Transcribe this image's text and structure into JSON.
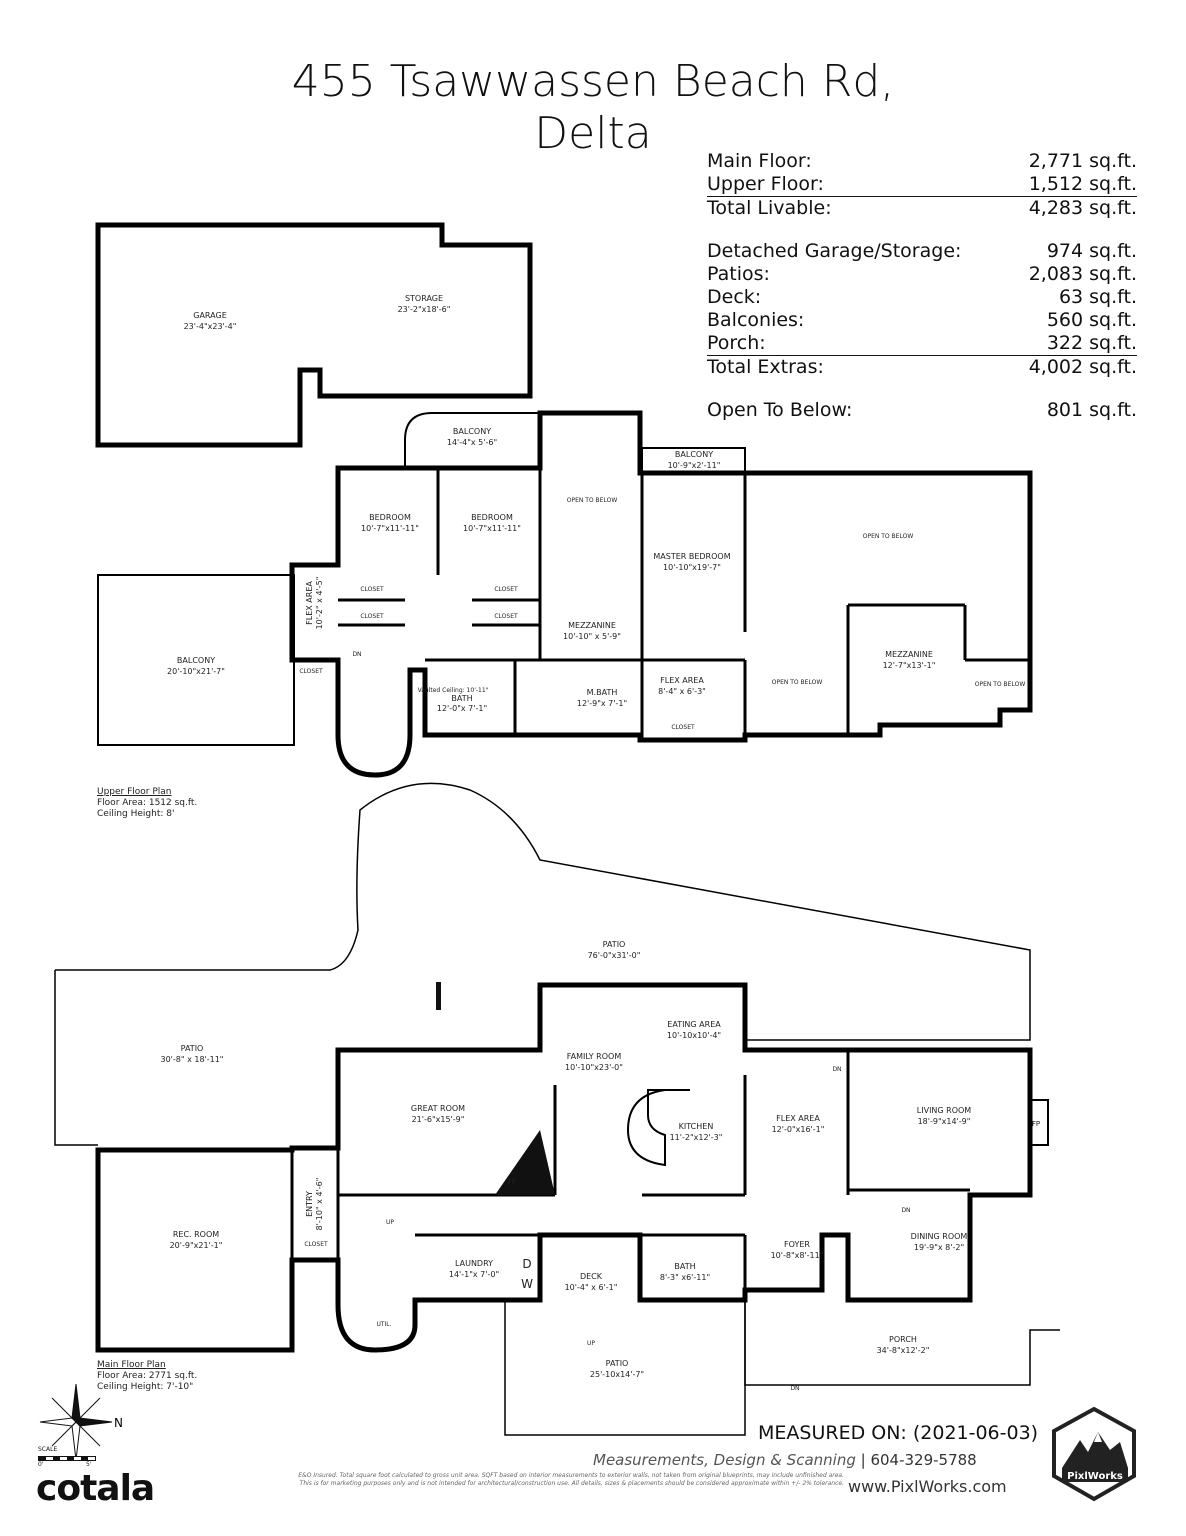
{
  "title": {
    "line1": "455 Tsawwassen Beach Rd,",
    "line2": "Delta"
  },
  "stats": {
    "main_floor": {
      "label": "Main Floor:",
      "value": "2,771 sq.ft."
    },
    "upper_floor": {
      "label": "Upper Floor:",
      "value": "1,512 sq.ft."
    },
    "total_livable": {
      "label": "Total Livable:",
      "value": "4,283 sq.ft."
    },
    "garage_storage": {
      "label": "Detached Garage/Storage:",
      "value": "974 sq.ft."
    },
    "patios": {
      "label": "Patios:",
      "value": "2,083 sq.ft."
    },
    "deck": {
      "label": "Deck:",
      "value": "63 sq.ft."
    },
    "balconies": {
      "label": "Balconies:",
      "value": "560 sq.ft."
    },
    "porch": {
      "label": "Porch:",
      "value": "322 sq.ft."
    },
    "total_extras": {
      "label": "Total Extras:",
      "value": "4,002 sq.ft."
    },
    "open_to_below": {
      "label": "Open To Below:",
      "value": "801 sq.ft."
    }
  },
  "rooms": {
    "garage": {
      "name": "GARAGE",
      "dim": "23'-4\"x23'-4\""
    },
    "storage": {
      "name": "STORAGE",
      "dim": "23'-2\"x18'-6\""
    },
    "balcony_top": {
      "name": "BALCONY",
      "dim": "14'-4\"x 5'-6\""
    },
    "balcony_right": {
      "name": "BALCONY",
      "dim": "10'-9\"x2'-11\""
    },
    "bedroom1": {
      "name": "BEDROOM",
      "dim": "10'-7\"x11'-11\""
    },
    "bedroom2": {
      "name": "BEDROOM",
      "dim": "10'-7\"x11'-11\""
    },
    "open_below_1": {
      "name": "OPEN TO BELOW"
    },
    "master_bedroom": {
      "name": "MASTER BEDROOM",
      "dim": "10'-10\"x19'-7\""
    },
    "open_below_2": {
      "name": "OPEN TO BELOW"
    },
    "flex_upper": {
      "name": "FLEX AREA",
      "dim": "10'-2\" x 4'-5\""
    },
    "closet": "CLOSET",
    "mezzanine_1": {
      "name": "MEZZANINE",
      "dim": "10'-10\" x 5'-9\""
    },
    "mezzanine_2": {
      "name": "MEZZANINE",
      "dim": "12'-7\"x13'-1\""
    },
    "balcony_left": {
      "name": "BALCONY",
      "dim": "20'-10\"x21'-7\""
    },
    "bath_upper": {
      "name": "BATH",
      "dim": "12'-0\"x 7'-1\"",
      "note": "Vaulted Ceiling: 10'-11\""
    },
    "mbath": {
      "name": "M.BATH",
      "dim": "12'-9\"x 7'-1\""
    },
    "flex_upper2": {
      "name": "FLEX AREA",
      "dim": "8'-4\" x 6'-3\""
    },
    "open_below_3": {
      "name": "OPEN TO BELOW"
    },
    "open_below_4": {
      "name": "OPEN TO BELOW"
    },
    "patio_main": {
      "name": "PATIO",
      "dim": "76'-0\"x31'-0\""
    },
    "patio_left": {
      "name": "PATIO",
      "dim": "30'-8\" x 18'-11\""
    },
    "eating": {
      "name": "EATING AREA",
      "dim": "10'-10x10'-4\""
    },
    "family": {
      "name": "FAMILY ROOM",
      "dim": "10'-10\"x23'-0\""
    },
    "great": {
      "name": "GREAT ROOM",
      "dim": "21'-6\"x15'-9\""
    },
    "kitchen": {
      "name": "KITCHEN",
      "dim": "11'-2\"x12'-3\""
    },
    "flex_main": {
      "name": "FLEX AREA",
      "dim": "12'-0\"x16'-1\""
    },
    "living": {
      "name": "LIVING ROOM",
      "dim": "18'-9\"x14'-9\""
    },
    "rec": {
      "name": "REC. ROOM",
      "dim": "20'-9\"x21'-1\""
    },
    "entry": {
      "name": "ENTRY",
      "dim": "8'-10\" x 4'-6\""
    },
    "laundry": {
      "name": "LAUNDRY",
      "dim": "14'-1\"x 7'-0\""
    },
    "deck": {
      "name": "DECK",
      "dim": "10'-4\" x 6'-1\""
    },
    "bath_main": {
      "name": "BATH",
      "dim": "8'-3\" x6'-11\""
    },
    "foyer": {
      "name": "FOYER",
      "dim": "10'-8\"x8'-11\""
    },
    "dining": {
      "name": "DINING ROOM",
      "dim": "19'-9\"x 8'-2\""
    },
    "porch": {
      "name": "PORCH",
      "dim": "34'-8\"x12'-2\""
    },
    "patio_bottom": {
      "name": "PATIO",
      "dim": "25'-10x14'-7\""
    },
    "util": "UTIL.",
    "up": "UP",
    "dn": "DN",
    "fp": "FP",
    "d": "D",
    "w": "W"
  },
  "upper_notes": {
    "heading": "Upper Floor Plan",
    "area": "Floor Area: 1512 sq.ft.",
    "ceiling": "Ceiling Height: 8'"
  },
  "main_notes": {
    "heading": "Main Floor Plan",
    "area": "Floor Area: 2771 sq.ft.",
    "ceiling": "Ceiling Height: 7'-10\""
  },
  "footer": {
    "measured": "MEASURED ON: (2021-06-03)",
    "credit_italic": "Measurements, Design & Scanning",
    "phone": "| 604-329-5788",
    "website": "www.PixlWorks.com",
    "disclaimer1": "E&O Insured.  Total square foot calculated to gross unit area. SQFT based on interior measurements to exterior walls, not taken from original blueprints, may include unfinished area.",
    "disclaimer2": "This is for marketing purposes only and is not intended for architectural/construction use.  All details, sizes & placements should be considered approximate within +/- 2% tolerance.",
    "brand": "cotala",
    "scale": "SCALE",
    "scale_0": "0'",
    "scale_5": "5'",
    "compass_n": "N",
    "badge": "PixlWorks"
  }
}
